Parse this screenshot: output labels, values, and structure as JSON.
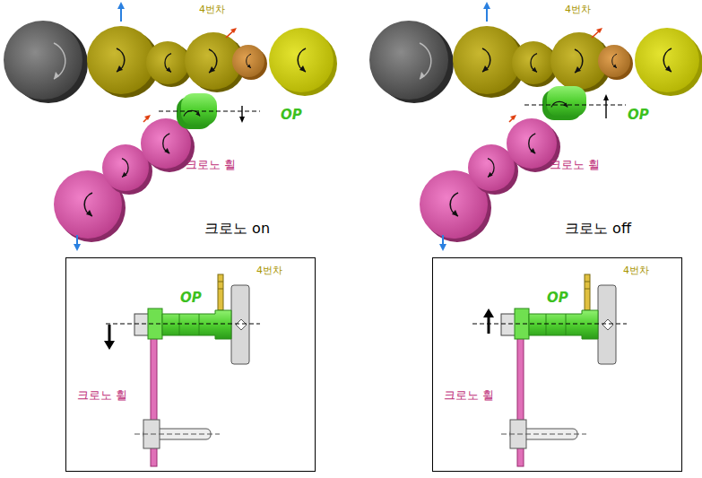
{
  "diagram": {
    "nodes": [
      {
        "text": [
          "4번차",
          "OP",
          "크로노 휠"
        ]
      },
      {
        "text": [
          "4번차",
          "OP",
          "크로노 휠"
        ]
      }
    ],
    "labels": [
      "4번차",
      "OP",
      "크로노 휠",
      "크로노 on",
      "4번차",
      "OP",
      "크로노 휠",
      "크로노 off"
    ]
  }
}
